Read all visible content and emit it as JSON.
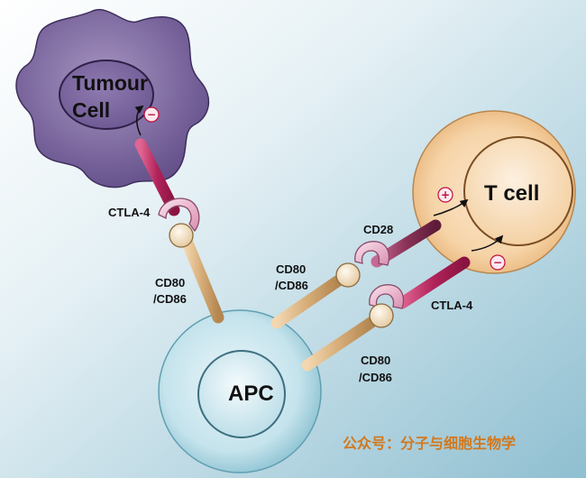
{
  "cells": {
    "tumour_line1": "Tumour",
    "tumour_line2": "Cell",
    "tcell": "T cell",
    "apc": "APC"
  },
  "receptors": {
    "ctla4_left": "CTLA-4",
    "cd80_left_1": "CD80",
    "cd80_left_2": "/CD86",
    "cd28": "CD28",
    "cd80_mid_1": "CD80",
    "cd80_mid_2": "/CD86",
    "ctla4_right": "CTLA-4",
    "cd80_right_1": "CD80",
    "cd80_right_2": "/CD86"
  },
  "signals": {
    "tumour_inhibit": "−",
    "tcell_activate": "+",
    "tcell_inhibit": "−"
  },
  "watermark": "公众号：分子与细胞生物学",
  "colors": {
    "background_light": "#f4f9fb",
    "background_dark": "#9ec9d8",
    "tumour": "#6f5a94",
    "tcell": "#f1c48e",
    "apc": "#a9d3e0",
    "ctla4_stem": "#b0235a",
    "cd28_stem": "#8a3258",
    "cd80_stem": "#d6ad78",
    "signal": "#c0103a",
    "watermark": "#d2781e"
  }
}
